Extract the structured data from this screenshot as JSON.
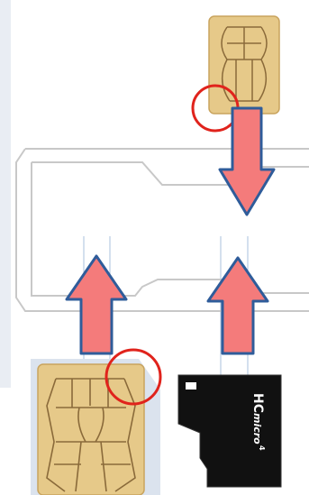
{
  "diagram": {
    "description_free": true,
    "microsd_text": {
      "brand": "HC",
      "logo": "micro",
      "class_mark": "4"
    }
  },
  "colors": {
    "arrow_fill": "#f47b7b",
    "arrow_stroke": "#2f5c9a",
    "circle_stroke": "#e0231c",
    "guide_line": "#a8c0dc",
    "tray_outline": "#c8c8c8",
    "sim_gold": "#e6c989",
    "sim_gold_dark": "#c9a45e",
    "microsd_body": "#111111",
    "left_strip": "#e9edf3"
  },
  "icons": [
    "nano-sim-card",
    "micro-sim-card",
    "microsd-card",
    "arrow-up",
    "arrow-down",
    "highlight-circle"
  ]
}
